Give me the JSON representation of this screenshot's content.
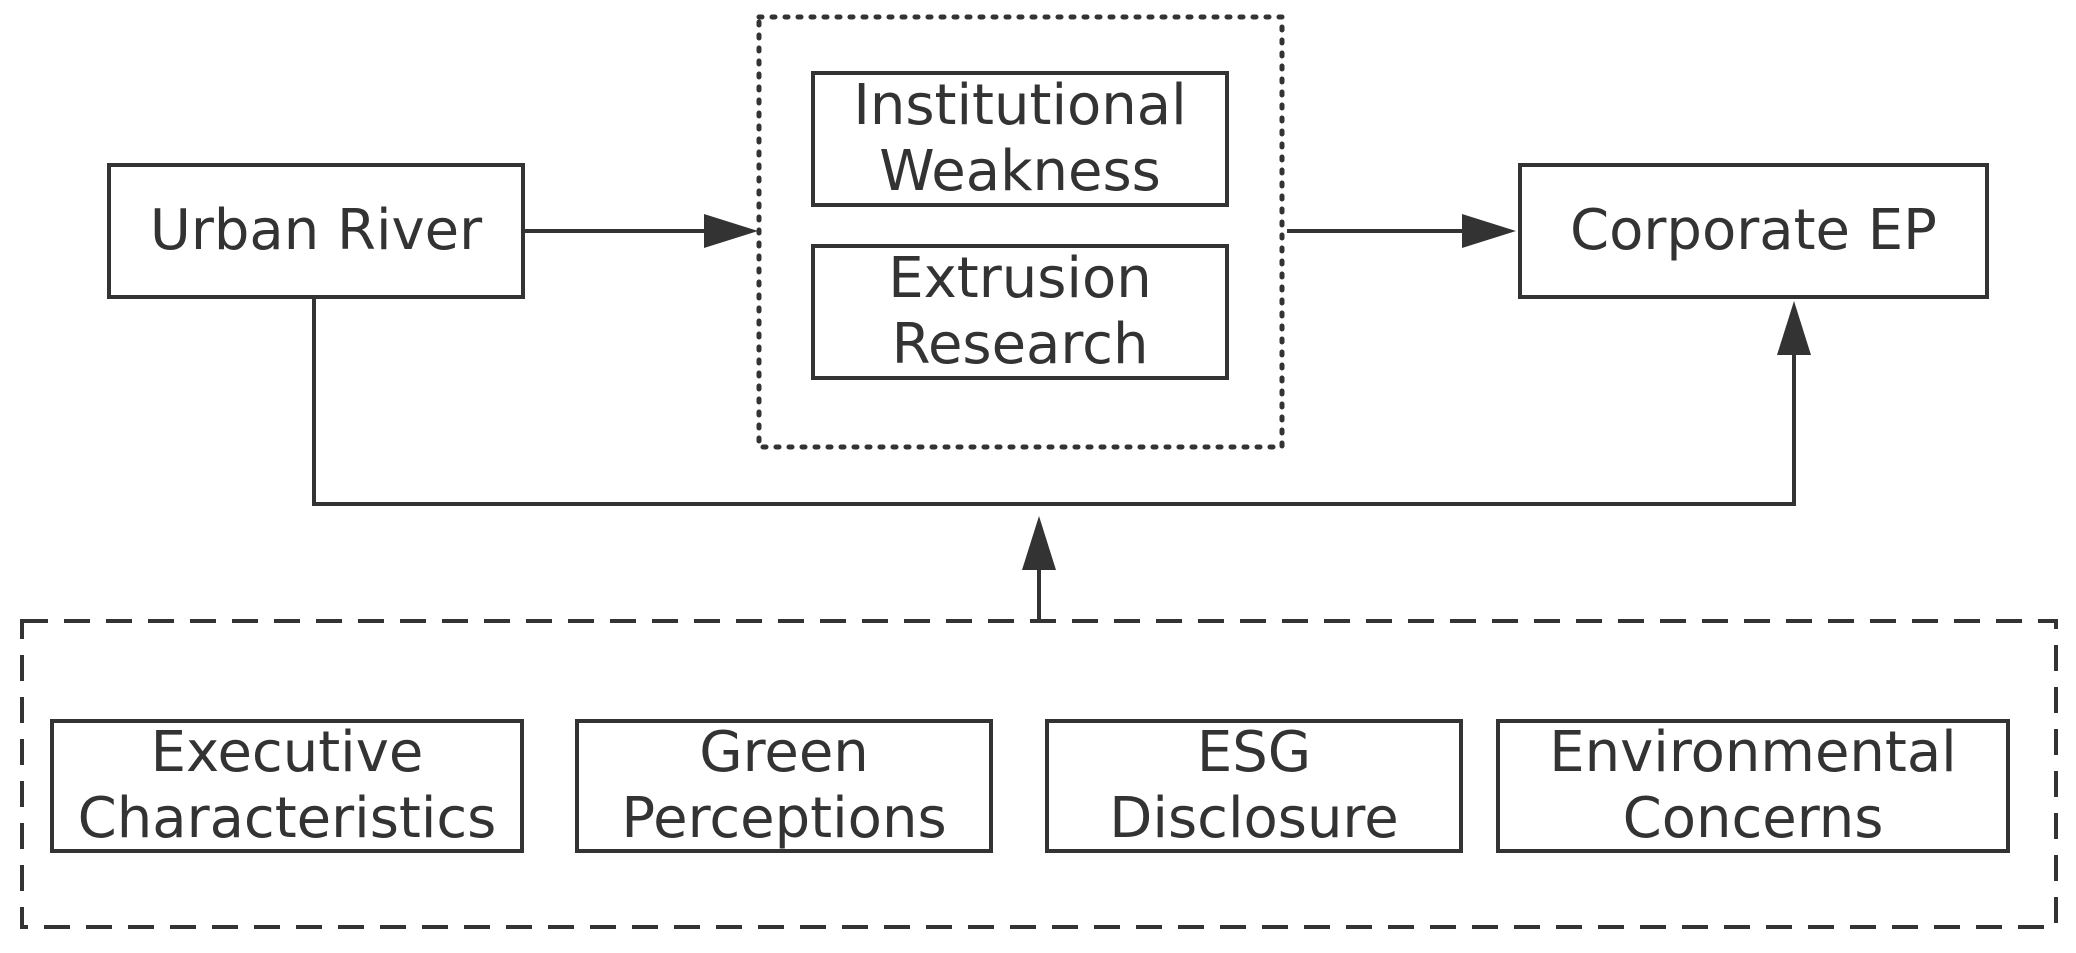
{
  "nodes": {
    "urban_river": {
      "lines": [
        "Urban River"
      ]
    },
    "corporate_ep": {
      "lines": [
        "Corporate EP"
      ]
    },
    "institutional_weakness": {
      "lines": [
        "Institutional",
        "Weakness"
      ]
    },
    "extrusion_research": {
      "lines": [
        "Extrusion",
        "Research"
      ]
    },
    "executive_characteristics": {
      "lines": [
        "Executive",
        "Characteristics"
      ]
    },
    "green_perceptions": {
      "lines": [
        "Green",
        "Perceptions"
      ]
    },
    "esg_disclosure": {
      "lines": [
        "ESG",
        "Disclosure"
      ]
    },
    "environmental_concerns": {
      "lines": [
        "Environmental",
        "Concerns"
      ]
    }
  },
  "groups": {
    "mediators": {
      "border_style": "dotted"
    },
    "moderators": {
      "border_style": "dashed"
    }
  },
  "colors": {
    "stroke": "#333333",
    "background": "#ffffff"
  }
}
